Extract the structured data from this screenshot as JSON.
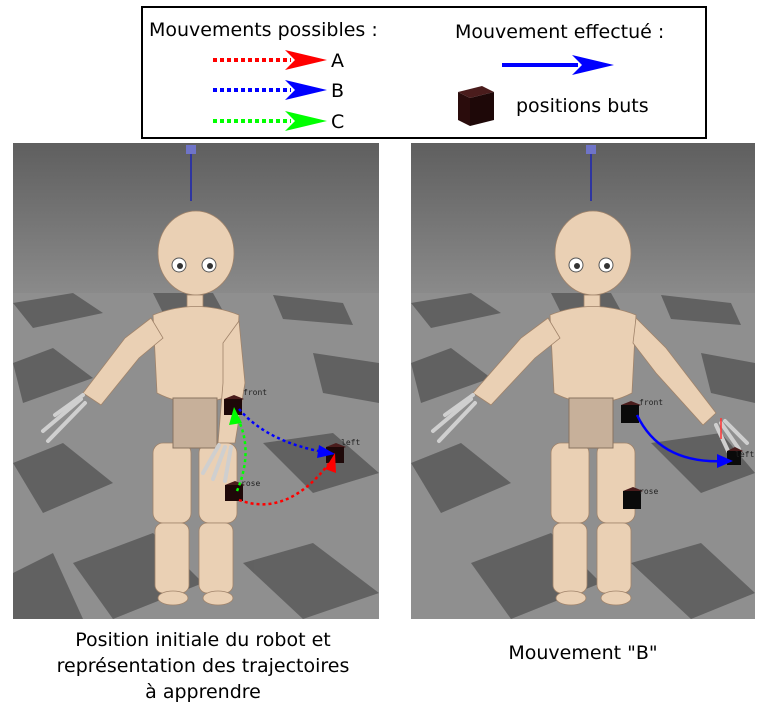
{
  "legend": {
    "possible_title": "Mouvements possibles :",
    "done_title": "Mouvement effectué :",
    "goal_label": "positions buts",
    "items": [
      {
        "label": "A",
        "color": "#ff0000"
      },
      {
        "label": "B",
        "color": "#0000ff"
      },
      {
        "label": "C",
        "color": "#00ff00"
      }
    ],
    "done_color": "#0000ff",
    "goal_color": "#2a0e0e"
  },
  "left_panel": {
    "caption_lines": [
      "Position initiale du robot et",
      "représentation des trajectoires",
      "à apprendre"
    ],
    "target_labels": {
      "front": "front",
      "left": "left",
      "rose": "rose"
    }
  },
  "right_panel": {
    "caption": "Mouvement \"B\"",
    "target_labels": {
      "front": "front",
      "left": "left",
      "rose": "rose"
    }
  }
}
